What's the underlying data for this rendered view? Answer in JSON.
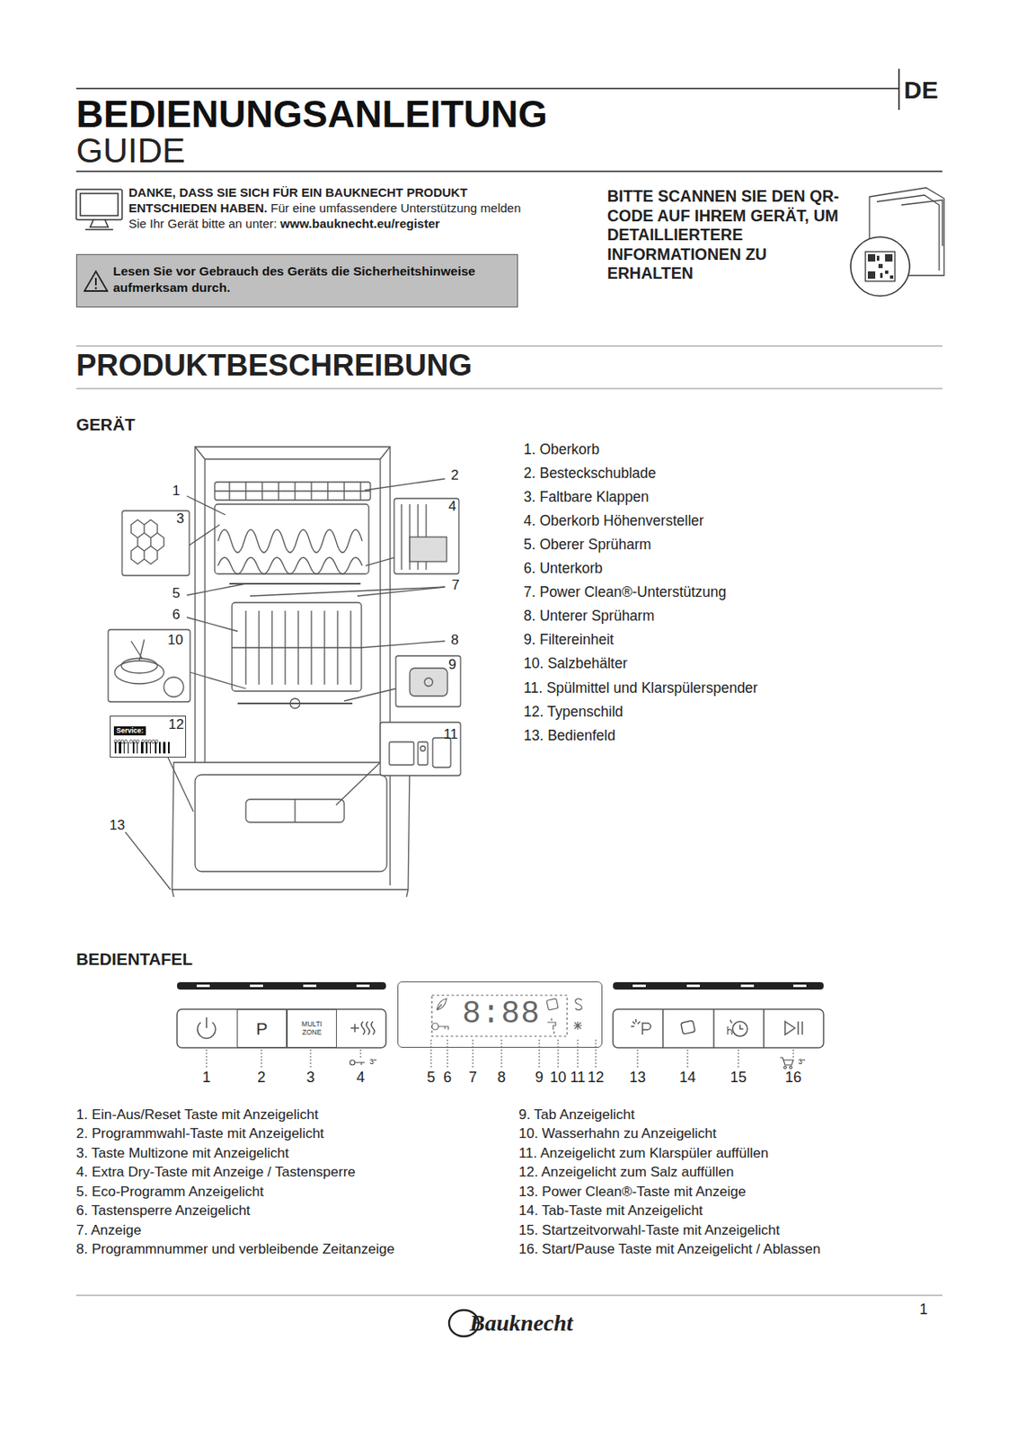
{
  "diagram": {
    "title": "BEDIENUNGSANLEITUNG",
    "nodes": [
      {
        "text": [
          "Lesen Sie vor Gebrauch des Geräts die Sicherheitshinweise aufmerksam durch."
        ]
      },
      {
        "text": [
          "Service:",
          "0000 000 00000"
        ]
      },
      {
        "text": [
          "P"
        ]
      },
      {
        "text": [
          "MULTI ZONE"
        ]
      },
      {
        "text": [
          "8:88"
        ]
      }
    ],
    "labels": [
      "DE",
      "GUIDE",
      "DANKE, DASS SIE SICH FÜR EIN BAUKNECHT PRODUKT ENTSCHIEDEN HABEN.",
      "Für eine umfassendere Unterstützung melden Sie Ihr Gerät bitte an unter:",
      "www.bauknecht.eu/register",
      "BITTE SCANNEN SIE DEN QR-CODE AUF IHREM GERÄT, UM DETAILLIERTERE INFORMATIONEN ZU ERHALTEN",
      "PRODUKTBESCHREIBUNG",
      "GERÄT",
      "1",
      "2",
      "3",
      "4",
      "5",
      "6",
      "7",
      "8",
      "9",
      "10",
      "11",
      "12",
      "13",
      "1. Oberkorb",
      "2. Besteckschublade",
      "3. Faltbare Klappen",
      "4. Oberkorb Höhenversteller",
      "5. Oberer Sprüharm",
      "6. Unterkorb",
      "7. Power Clean®-Unterstützung",
      "8. Unterer Sprüharm",
      "9. Filtereinheit",
      "10. Salzbehälter",
      "11. Spülmittel und Klarspülerspender",
      "12. Typenschild",
      "13. Bedienfeld",
      "BEDIENTAFEL",
      "1",
      "2",
      "3",
      "4",
      "5",
      "6",
      "7",
      "8",
      "9",
      "10",
      "11",
      "12",
      "13",
      "14",
      "15",
      "16",
      "3\"",
      "3\"",
      "1. Ein-Aus/Reset Taste mit Anzeigelicht",
      "2. Programmwahl-Taste mit Anzeigelicht",
      "3. Taste Multizone mit Anzeigelicht",
      "4. Extra Dry-Taste mit Anzeige / Tastensperre",
      "5. Eco-Programm Anzeigelicht",
      "6. Tastensperre Anzeigelicht",
      "7. Anzeige",
      "8. Programmnummer und verbleibende Zeitanzeige",
      "9. Tab Anzeigelicht",
      "10. Wasserhahn zu Anzeigelicht",
      "11. Anzeigelicht zum Klarspüler auffüllen",
      "12. Anzeigelicht zum Salz auffüllen",
      "13. Power Clean®-Taste mit Anzeige",
      "14. Tab-Taste mit Anzeigelicht",
      "15. Startzeitvorwahl-Taste mit Anzeigelicht",
      "16. Start/Pause Taste mit Anzeigelicht / Ablassen",
      "Bauknecht",
      "1"
    ]
  }
}
